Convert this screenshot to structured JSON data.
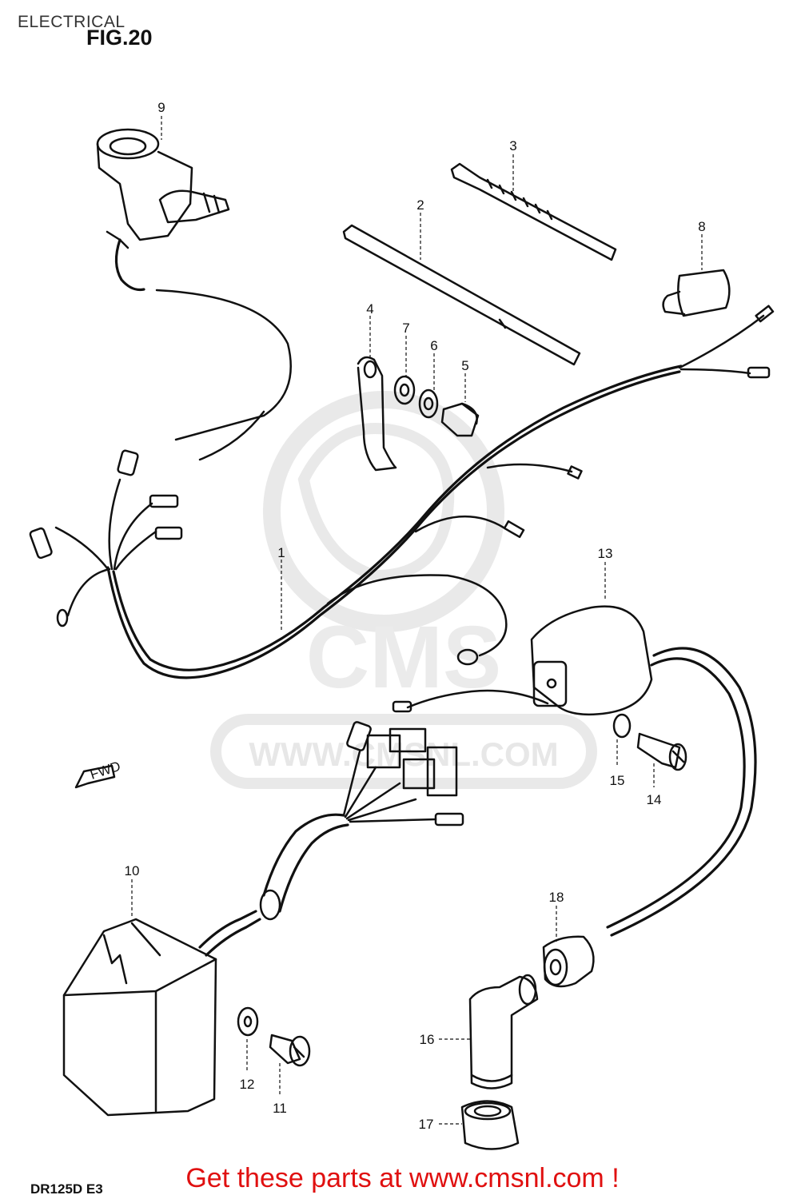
{
  "header": {
    "section_title": "ELECTRICAL",
    "figure_label": "FIG.20"
  },
  "callouts": {
    "c1": "1",
    "c2": "2",
    "c3": "3",
    "c4": "4",
    "c5": "5",
    "c6": "6",
    "c7": "7",
    "c8": "8",
    "c9": "9",
    "c10": "10",
    "c11": "11",
    "c12": "12",
    "c13": "13",
    "c14": "14",
    "c15": "15",
    "c16": "16",
    "c17": "17",
    "c18": "18"
  },
  "direction_marker": "FWD",
  "watermark": {
    "brand": "CMS",
    "url": "WWW.CMSNL.COM"
  },
  "footer": {
    "link_text": "Get these parts at www.cmsnl.com !",
    "model_code": "DR125D E3"
  },
  "colors": {
    "line": "#111111",
    "footer_link": "#e01010",
    "watermark": "#d8d8d8"
  }
}
